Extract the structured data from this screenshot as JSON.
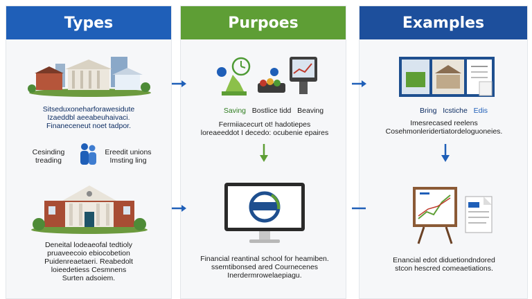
{
  "columns": [
    {
      "title": "Types",
      "color": "#1f5fb8"
    },
    {
      "title": "Purpoes",
      "color": "#5e9e35"
    },
    {
      "title": "Examples",
      "color": "#1d4f9c"
    }
  ],
  "types": {
    "top_text": [
      "Sitseduxoneharforawesidute",
      "Izaeddbl aeeabeuhaivaci.",
      "Finaneceneut noet tadpor."
    ],
    "left_label": [
      "Cesinding",
      "treading"
    ],
    "right_label": [
      "Ereedit unions",
      "Imsting ling"
    ],
    "bottom_text": [
      "Deneital lodeaeofal tedtioly",
      "pruaveecoio ebiocobetion",
      "Puidenreaetaeri. Reabedolt",
      "loieedetiess Cesmnens",
      "Surten adsoiem."
    ]
  },
  "purposes": {
    "labels": [
      "Saving",
      "Bostlice tidd",
      "Beaving"
    ],
    "top_text": [
      "Fermiiacecurt ot! hadotiepes",
      "loreaeeddot I decedo: ocubenie epaires"
    ],
    "bottom_text": [
      "Financial reantinal school for heamiben.",
      "ssemtibonsed ared Cournecenes",
      "Inerdermrowelaepiagu."
    ]
  },
  "examples": {
    "labels": [
      "Bring",
      "Icstiche",
      "Edis"
    ],
    "top_text": [
      "Imesrecased reelens",
      "Cosehmonleridertiatordeloguoneies."
    ],
    "bottom_text": [
      "Enancial edot diduetiondndored",
      "stcon hescred comeaetiations."
    ]
  }
}
